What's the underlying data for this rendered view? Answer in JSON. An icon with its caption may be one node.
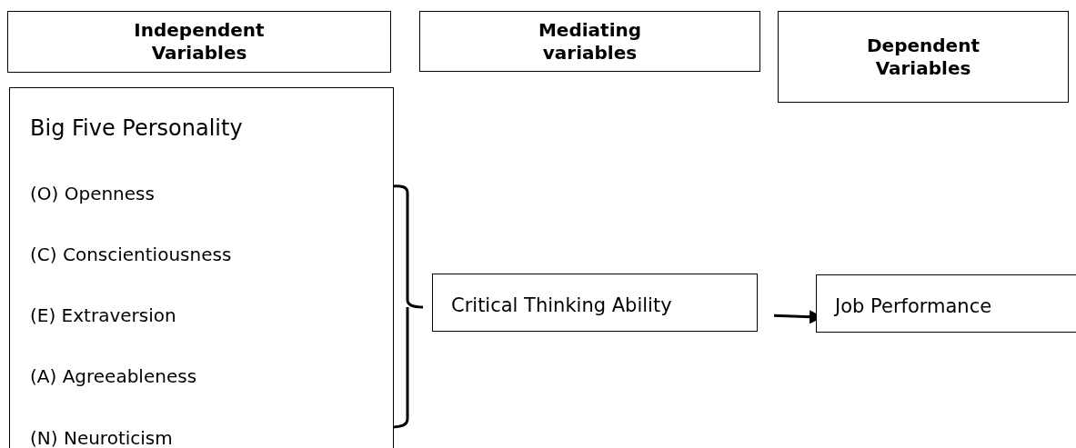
{
  "diagram": {
    "nodes": [
      {
        "text": [
          "Independent Variables"
        ]
      },
      {
        "text": [
          "Mediating variables"
        ]
      },
      {
        "text": [
          "Dependent Variables"
        ]
      },
      {
        "text": [
          "Big Five Personality",
          "(O) Openness",
          "(C) Conscientiousness",
          "(E) Extraversion",
          "(A) Agreeableness",
          "(N) Neuroticism"
        ]
      },
      {
        "text": [
          "Critical Thinking Ability"
        ]
      },
      {
        "text": [
          "Job Performance"
        ]
      }
    ],
    "edges": [
      {
        "from": 4,
        "to": 5,
        "arrow": "to"
      }
    ]
  }
}
